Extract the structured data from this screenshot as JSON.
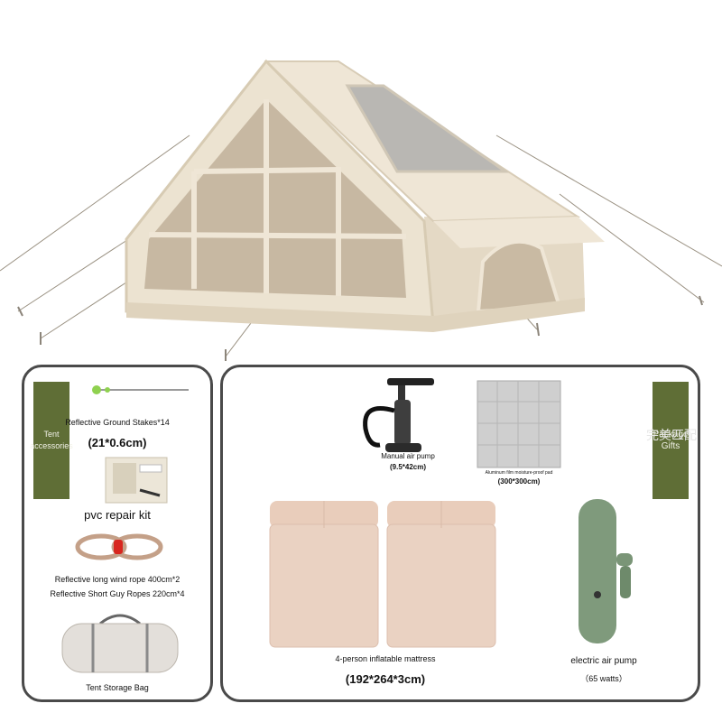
{
  "left_panel": {
    "tab_label": "Tent accessories",
    "items": [
      {
        "name": "Reflective Ground Stakes*14",
        "size": "(21*0.6cm)"
      },
      {
        "name": "pvc repair kit"
      },
      {
        "name": "Reflective long wind rope 400cm*2"
      },
      {
        "name": "Reflective Short Guy Ropes 220cm*4"
      },
      {
        "name": "Tent Storage Bag"
      }
    ]
  },
  "right_panel": {
    "tab_label": "Package Gifts",
    "edge_text": "完美匹配",
    "items": [
      {
        "name": "Manual air pump",
        "size": "(9.5*42cm)"
      },
      {
        "name": "Aluminum film moisture-proof pad",
        "size": "(300*300cm)"
      },
      {
        "name": "4-person inflatable mattress",
        "size": "(192*264*3cm)"
      },
      {
        "name": "electric air pump",
        "size": "（65 watts）"
      }
    ]
  },
  "colors": {
    "tab_green": "#5f6e36",
    "tent_beige": "#efe6d6",
    "mattress_pink": "#ead2c2",
    "pump_green": "#7f9a7c",
    "panel_border": "#4a4a4a"
  }
}
